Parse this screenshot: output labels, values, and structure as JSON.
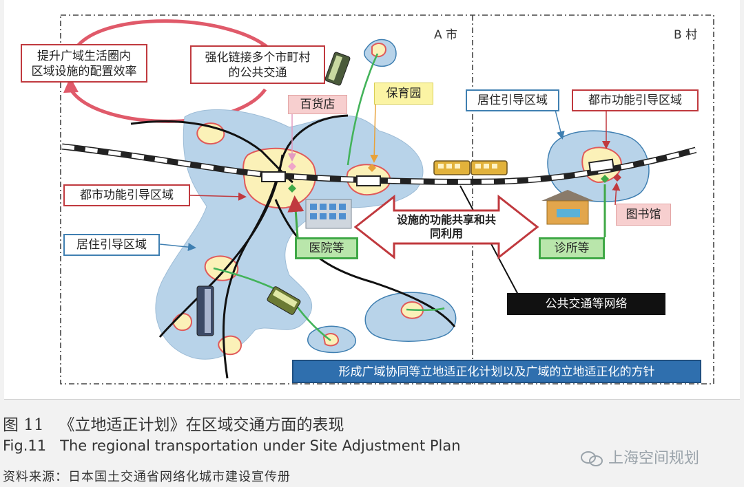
{
  "region_tags": {
    "a_city": "A 市",
    "b_village": "B 村"
  },
  "labels": {
    "goal_efficiency": "提升广域生活圈内\n区域设施的配置效率",
    "goal_transit": "强化链接多个市町村\n的公共交通",
    "department_store": "百货店",
    "nursery": "保育园",
    "residential_zone_b": "居住引导区域",
    "urban_zone_b": "都市功能引导区域",
    "urban_zone_a": "都市功能引导区域",
    "residential_zone_a": "居住引导区域",
    "hospital": "医院等",
    "clinic": "诊所等",
    "library": "图书馆",
    "sharing": "设施的功能共享和共\n同利用",
    "transit_network": "公共交通等网络",
    "policy_banner": "形成广域协同等立地适正化计划以及广域的立地适正化的方针"
  },
  "caption": {
    "cn_number": "图 11",
    "cn_title": "《立地适正计划》在区域交通方面的表现",
    "en_number": "Fig.11",
    "en_title": "The regional transportation under Site Adjustment Plan",
    "source": "资料来源：日本国土交通省网络化城市建设宣传册"
  },
  "watermark": "上海空间规划",
  "colors": {
    "zone_fill": "#b8d3e9",
    "core_fill": "#fbf1b8",
    "core_stroke": "#e05a5a",
    "accent_red": "#c0393e",
    "accent_blue": "#3f7fb1",
    "accent_green": "#3fa846"
  }
}
